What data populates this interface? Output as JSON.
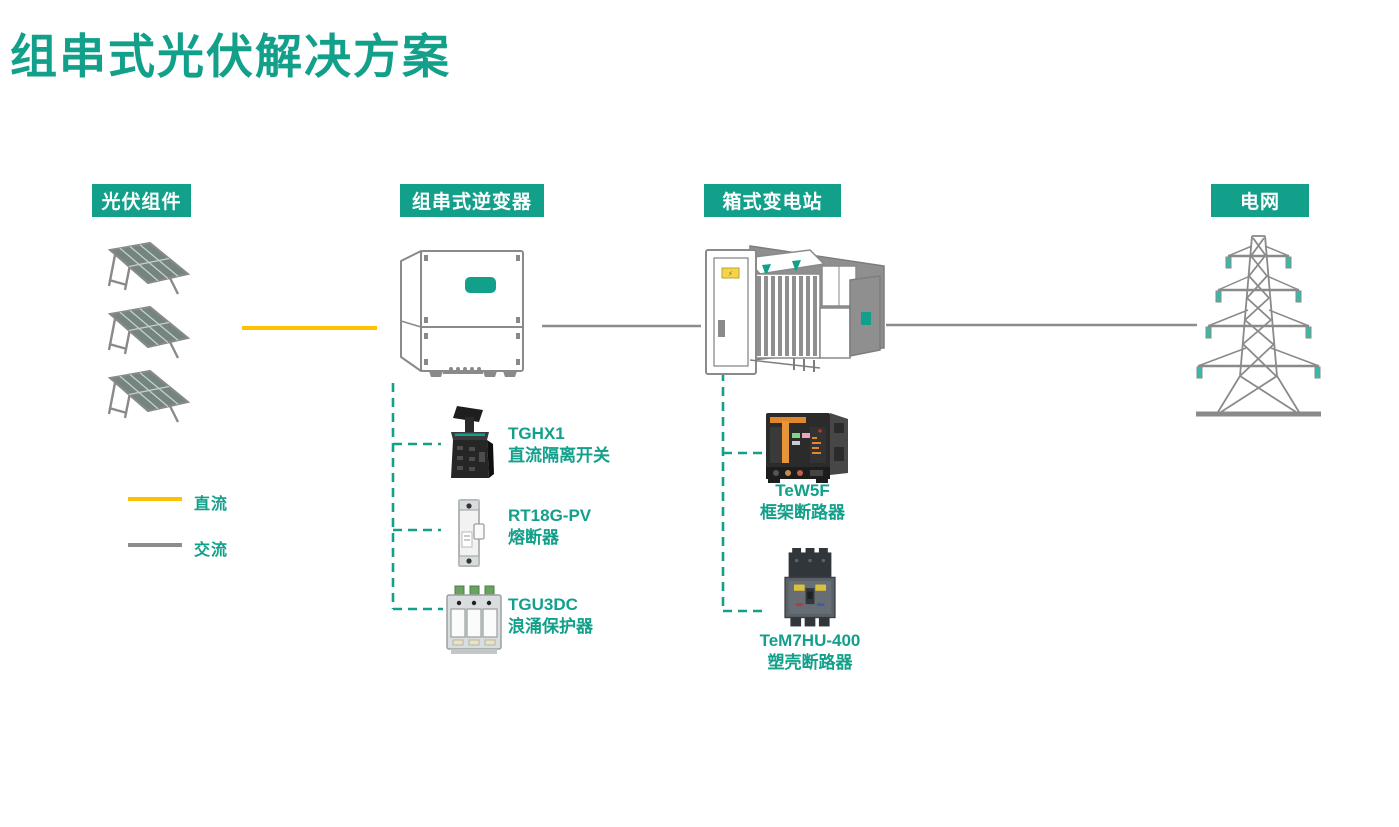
{
  "title": "组串式光伏解决方案",
  "stages": [
    {
      "label": "光伏组件"
    },
    {
      "label": "组串式逆变器"
    },
    {
      "label": "箱式变电站"
    },
    {
      "label": "电网"
    }
  ],
  "legend": {
    "dc": {
      "label": "直流",
      "color": "#FFC000"
    },
    "ac": {
      "label": "交流",
      "color": "#8C8C8C"
    }
  },
  "components": [
    {
      "model": "TGHX1",
      "type": "直流隔离开关"
    },
    {
      "model": "RT18G-PV",
      "type": "熔断器"
    },
    {
      "model": "TGU3DC",
      "type": "浪涌保护器"
    },
    {
      "model": "TeW5F",
      "type": "框架断路器"
    },
    {
      "model": "TeM7HU-400",
      "type": "塑壳断路器"
    }
  ],
  "colors": {
    "accent_teal": "#12A08B",
    "dc_yellow": "#FFC000",
    "ac_gray": "#8C8C8C"
  }
}
